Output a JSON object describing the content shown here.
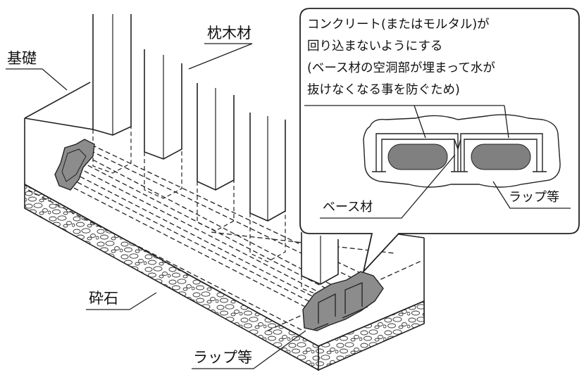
{
  "labels": {
    "foundation": "基礎",
    "sleeper": "枕木材",
    "gravel": "砕石",
    "wrap_bottom": "ラップ等",
    "base_material": "ベース材",
    "wrap_callout": "ラップ等"
  },
  "callout": {
    "lines": [
      "コンクリート(またはモルタル)が",
      "回り込まないようにする",
      "(ベース材の空洞部が埋まって水が",
      "抜けなくなる事を防ぐため)"
    ]
  },
  "colors": {
    "line": "#222222",
    "wrap_fill": "#8c8c8c",
    "hollow_fill": "#808080",
    "background": "#ffffff"
  }
}
